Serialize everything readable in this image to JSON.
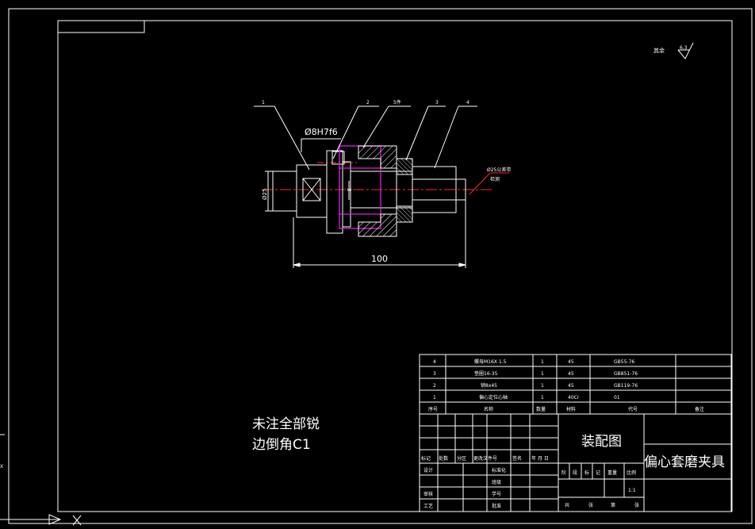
{
  "surface_note": {
    "prefix": "其余",
    "value": "6.3"
  },
  "dimensions": {
    "fit": "Ø8H7f6",
    "diameter": "Ø25",
    "length": "100",
    "eccentric": "3"
  },
  "balloons": [
    "1",
    "2",
    "5件",
    "3",
    "4"
  ],
  "side_label": {
    "line1": "Ø25公差带",
    "line2": "检测"
  },
  "notes": {
    "line1": "未注全部锐",
    "line2": "边倒角C1"
  },
  "bom": {
    "rows": [
      {
        "no": "4",
        "name": "螺母M16X 1.5",
        "qty": "1",
        "material": "45",
        "code": "GB55-76"
      },
      {
        "no": "3",
        "name": "垫圈16-35",
        "qty": "1",
        "material": "45",
        "code": "GB851-76"
      },
      {
        "no": "2",
        "name": "销8x45",
        "qty": "1",
        "material": "45",
        "code": "GB119-76"
      },
      {
        "no": "1",
        "name": "偏心定位心轴",
        "qty": "1",
        "material": "40Cr",
        "code": "01"
      }
    ],
    "header": {
      "no": "序号",
      "name": "名称",
      "qty": "数量",
      "material": "材料",
      "code": "代号",
      "remark": "备注"
    }
  },
  "title_block": {
    "drawing_type": "装配图",
    "drawing_name": "偏心套磨夹具",
    "change_row": [
      "标记",
      "处数",
      "分区",
      "更改文件号",
      "签名",
      "年 月 日"
    ],
    "signoff": [
      "设计",
      "审核",
      "工艺"
    ],
    "signoff2": [
      "标准化",
      "班级",
      "学号",
      "批准"
    ],
    "stage_row": [
      "阶",
      "段",
      "标",
      "记",
      "重量",
      "比例"
    ],
    "scale": "1:1",
    "sheets": [
      "共",
      "张",
      "第",
      "张"
    ]
  },
  "ucs": {
    "axis_label": "X"
  }
}
